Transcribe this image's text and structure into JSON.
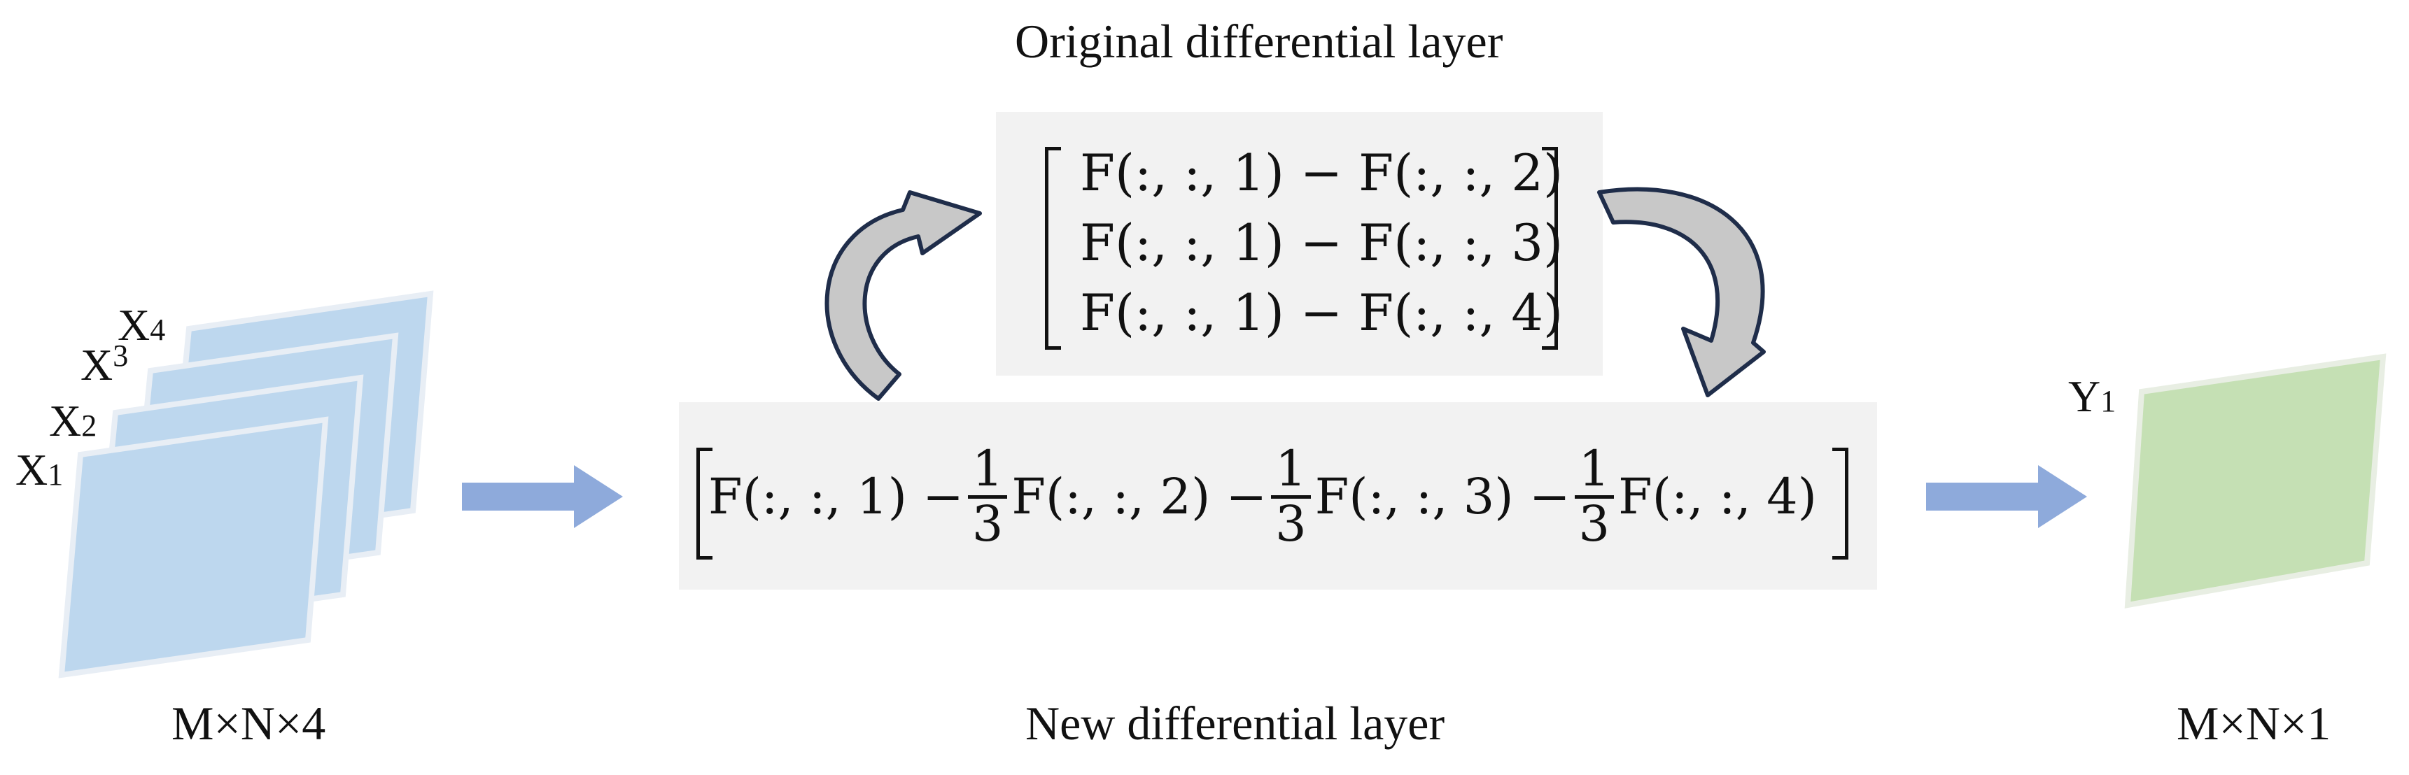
{
  "title_top": "Original differential layer",
  "title_bottom": "New differential layer",
  "input_dims": "M×N×4",
  "output_dims": "M×N×1",
  "input_layers": [
    {
      "base": "X",
      "sub": "1"
    },
    {
      "base": "X",
      "sub": "2"
    },
    {
      "base": "X",
      "sub": "3"
    },
    {
      "base": "X",
      "sub": "4"
    }
  ],
  "output_layer": {
    "base": "Y",
    "sub": "1"
  },
  "original_matrix": [
    "F(:, :, 1) − F(:, :, 2)",
    "F(:, :, 1) − F(:, :, 3)",
    "F(:, :, 1) − F(:, :, 4)"
  ],
  "new_formula": {
    "t1": "F(:, :, 1) − ",
    "frac_num": "1",
    "frac_den": "3",
    "t2": "F(:, :, 2) − ",
    "t3": "F(:, :, 3) − ",
    "t4": "F(:, :, 4)"
  },
  "colors": {
    "input_fill": "#bdd7ee",
    "output_fill": "#c5e0b4",
    "arrow_blue": "#8eaadb",
    "box_bg": "#f2f2f2",
    "curve_fill": "#c8c8c8",
    "curve_stroke": "#1f2d4a"
  }
}
